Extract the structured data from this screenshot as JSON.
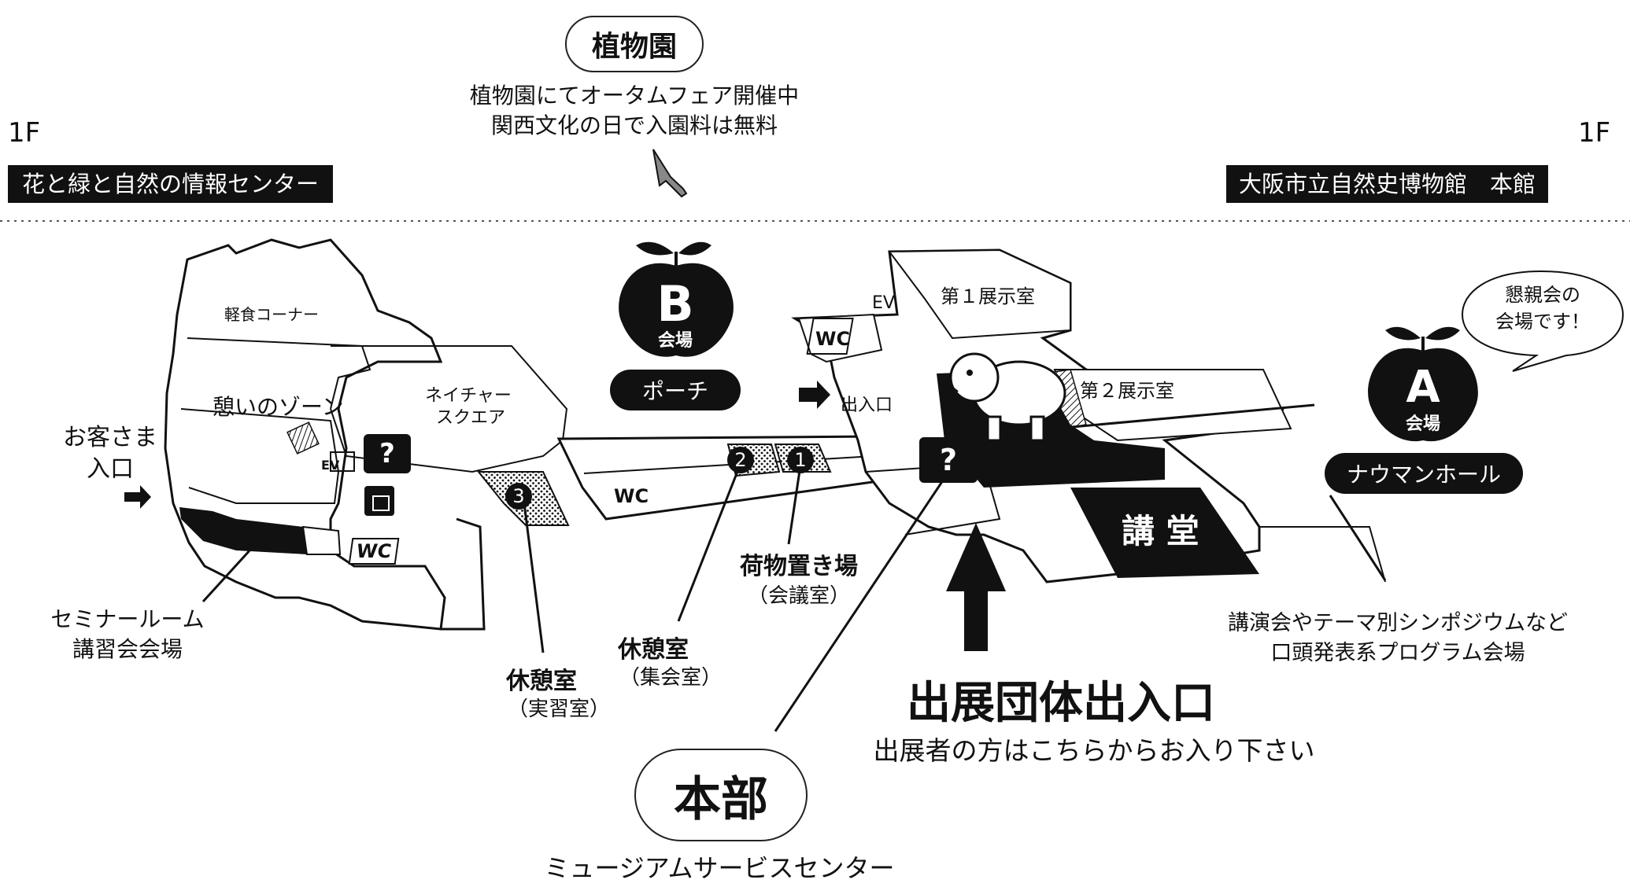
{
  "header": {
    "floor_left": "1F",
    "floor_right": "1F",
    "left_building": "花と緑と自然の情報センター",
    "right_building": "大阪市立自然史博物館　本館",
    "garden_title": "植物園",
    "garden_note_line1": "植物園にてオータムフェア開催中",
    "garden_note_line2": "関西文化の日で入園料は無料"
  },
  "venues": {
    "b_letter": "B",
    "b_sub": "会場",
    "b_name": "ポーチ",
    "a_letter": "A",
    "a_sub": "会場",
    "a_name": "ナウマンホール",
    "a_speech_line1": "懇親会の",
    "a_speech_line2": "会場です！"
  },
  "rooms": {
    "snack_corner": "軽食コーナー",
    "rest_zone": "憩いのゾーン",
    "nature_square_line1": "ネイチャー",
    "nature_square_line2": "スクエア",
    "exhibit1": "第１展示室",
    "exhibit2": "第２展示室",
    "ev_left": "EV",
    "ev_right": "EV",
    "wc": "WC",
    "entrance": "出入口",
    "lecture_hall": "講 堂",
    "info_mark": "?"
  },
  "callouts": {
    "guest_entrance_line1": "お客さま",
    "guest_entrance_line2": "入口",
    "seminar_line1": "セミナールーム",
    "seminar_line2": "講習会会場",
    "rest3_title": "休憩室",
    "rest3_sub": "（実習室）",
    "rest2_title": "休憩室",
    "rest2_sub": "（集会室）",
    "baggage_title": "荷物置き場",
    "baggage_sub": "（会議室）",
    "lecture_line1": "講演会やテーマ別シンポジウムなど",
    "lecture_line2": "口頭発表系プログラム会場",
    "exhibitor_title": "出展団体出入口",
    "exhibitor_sub": "出展者の方はこちらからお入り下さい",
    "hq_title": "本部",
    "hq_sub": "ミュージアムサービスセンター"
  },
  "markers": [
    "1",
    "2",
    "3"
  ]
}
